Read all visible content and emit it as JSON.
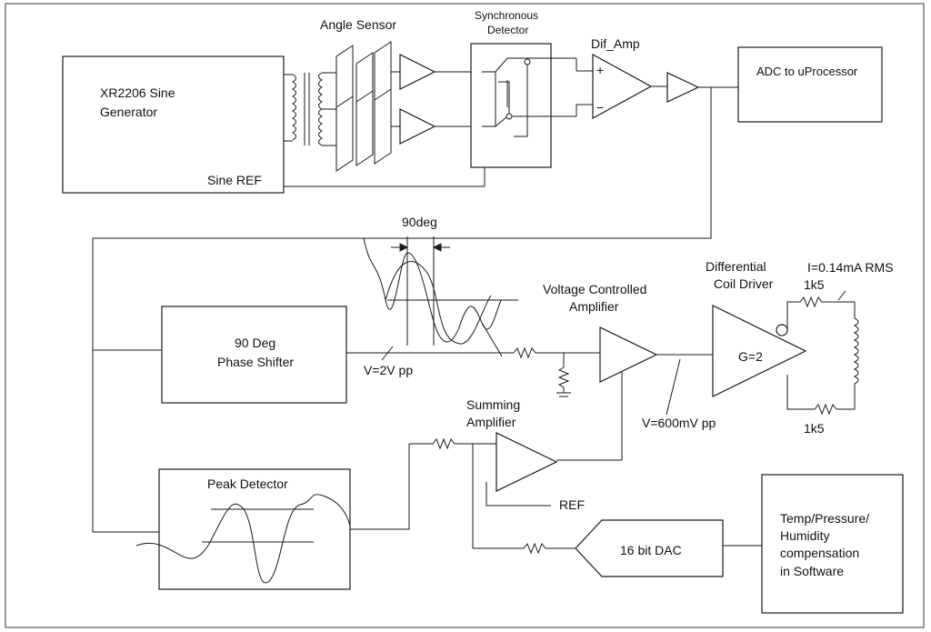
{
  "diagram": {
    "blocks": {
      "sine_generator": {
        "line1": "XR2206 Sine",
        "line2": "Generator",
        "ref_label": "Sine REF"
      },
      "angle_sensor": {
        "label": "Angle Sensor"
      },
      "sync_detector": {
        "line1": "Synchronous",
        "line2": "Detector"
      },
      "dif_amp": {
        "label": "Dif_Amp",
        "plus": "+",
        "minus": "−"
      },
      "adc": {
        "label": "ADC to uProcessor"
      },
      "phase_shifter": {
        "line1": "90 Deg",
        "line2": "Phase Shifter"
      },
      "vca": {
        "line1": "Voltage Controlled",
        "line2": "Amplifier"
      },
      "coil_driver": {
        "line1": "Differential",
        "line2": "Coil Driver",
        "gain": "G=2"
      },
      "summing_amp": {
        "line1": "Summing",
        "line2": "Amplifier",
        "ref": "REF"
      },
      "peak_detector": {
        "label": "Peak Detector"
      },
      "dac": {
        "label": "16 bit DAC"
      },
      "compensation": {
        "line1": "Temp/Pressure/",
        "line2": "Humidity",
        "line3": "compensation",
        "line4": "in Software"
      }
    },
    "annotations": {
      "phase": "90deg",
      "v_shifter": "V=2V pp",
      "v_vca": "V=600mV pp",
      "coil_current": "I=0.14mA RMS",
      "r_top": "1k5",
      "r_bottom": "1k5"
    }
  }
}
